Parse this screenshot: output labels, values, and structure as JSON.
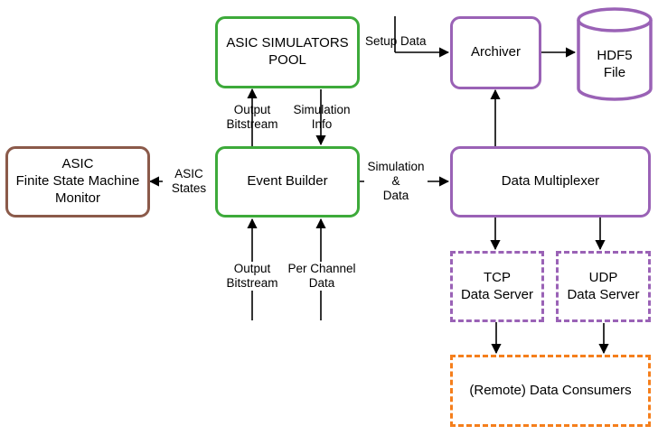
{
  "nodes": {
    "asic_pool": [
      "ASIC SIMULATORS",
      "POOL"
    ],
    "event_builder": "Event Builder",
    "fsm_monitor": [
      "ASIC",
      "Finite State Machine",
      "Monitor"
    ],
    "archiver": "Archiver",
    "hdf5": [
      "HDF5",
      "File"
    ],
    "data_multiplexer": "Data Multiplexer",
    "tcp_server": [
      "TCP",
      "Data Server"
    ],
    "udp_server": [
      "UDP",
      "Data Server"
    ],
    "remote_consumers": "(Remote) Data Consumers"
  },
  "edge_labels": {
    "setup_data": "Setup Data",
    "output_bitstream_top": [
      "Output",
      "Bitstream"
    ],
    "simulation_info": [
      "Simulation",
      "Info"
    ],
    "asic_states": [
      "ASIC",
      "States"
    ],
    "simulation_data": [
      "Simulation",
      "&",
      "Data"
    ],
    "output_bitstream_bottom": [
      "Output",
      "Bitstream"
    ],
    "per_channel_data": [
      "Per Channel",
      "Data"
    ]
  },
  "colors": {
    "simulation": "#3daa3a",
    "monitor": "#8b5a4a",
    "data_path": "#9a62b6",
    "consumers": "#f57f1c"
  }
}
